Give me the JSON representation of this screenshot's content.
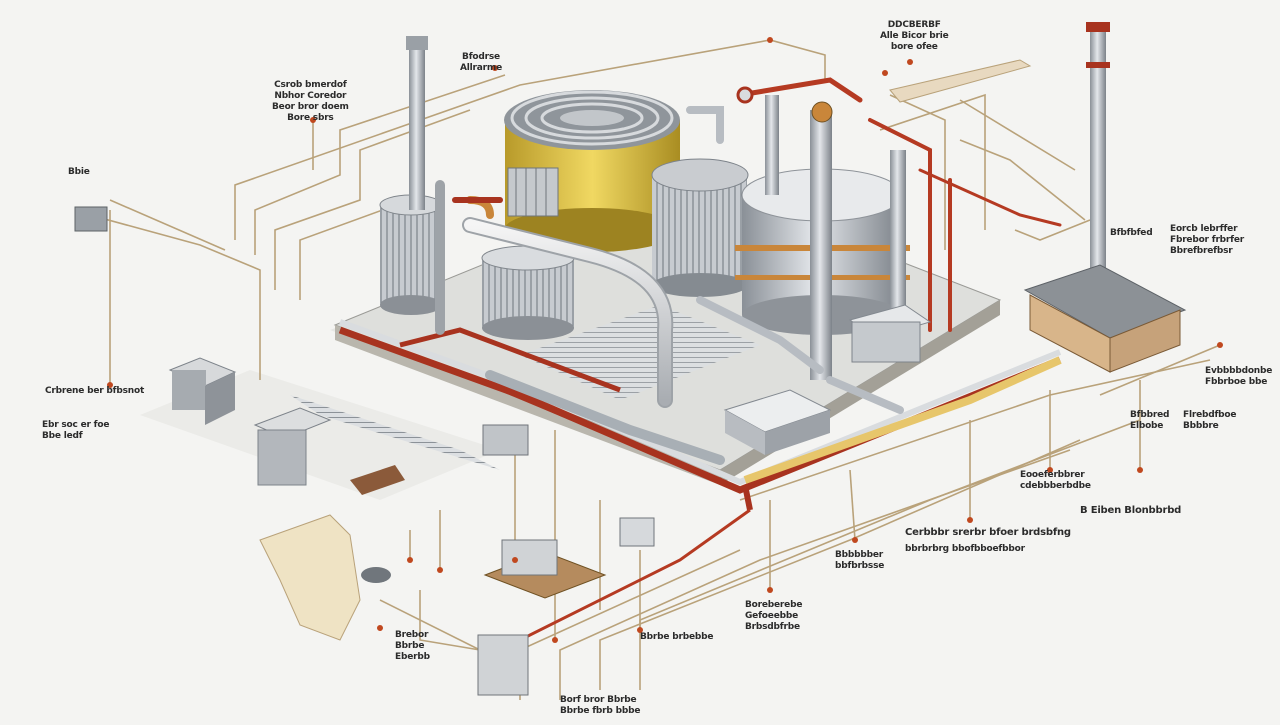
{
  "labels": {
    "top_center_1": "DDCBERBF",
    "top_center_2": "Alle Bicor brie",
    "top_center_3": "bore ofee",
    "top_left_1": "Bfodrse",
    "top_left_2": "Allrarme",
    "left_group_1": "Csrob bmerdof",
    "left_group_2": "Nbhor Coredor",
    "left_group_3": "Beor bror doem",
    "left_group_4": "Bore sbrs",
    "far_left": "Bbie",
    "mid_left_1": "Crbrene ber bfbsnot",
    "mid_left_2": "Ebr soc er foe",
    "mid_left_3": "Bbe ledf",
    "right_stack_label": "Bfbfbfed",
    "right_group_1": "Eorcb lebrffer",
    "right_group_2": "Fbrebor frbrfer",
    "right_group_3": "Bbrefbrefbsr",
    "right_mid_1": "Evbbbbdonbe",
    "right_mid_2": "Fbbrboe bbe",
    "right_mid_3": "Bfbbred",
    "right_mid_4": "Elbobe",
    "right_mid_5": "Flrebdfboe",
    "right_mid_6": "Bbbbre",
    "right_low_1": "Eooeferbbrer",
    "right_low_2": "cdebbberbdbe",
    "right_far": "B Eiben Blonbbrbd",
    "center_low_1": "Cerbbbr srerbr bfoer brdsbfng",
    "center_low_2": "bbrbrbrg bbofbboefbbor",
    "center_low_3": "Bbbbbber",
    "center_low_4": "bbfbrbsse",
    "bottom_mid_1": "Boreberebe",
    "bottom_mid_2": "Gefoeebbe",
    "bottom_mid_3": "Brbsdbfrbe",
    "bottom_mid_4": "Bbrbe brbebbe",
    "bottom_left_1": "Brebor",
    "bottom_left_2": "Bbrbe",
    "bottom_left_3": "Eberbb",
    "bottom_1": "Borf bror Bbrbe",
    "bottom_2": "Bbrbe fbrb bbbe"
  },
  "colors": {
    "pipe_red": "#a8331f",
    "pipe_tan": "#c9a878",
    "steel": "#b7bcc2",
    "tank_yellow": "#e2c64a",
    "leader_line": "#b9a27a",
    "marker": "#c0481f"
  }
}
